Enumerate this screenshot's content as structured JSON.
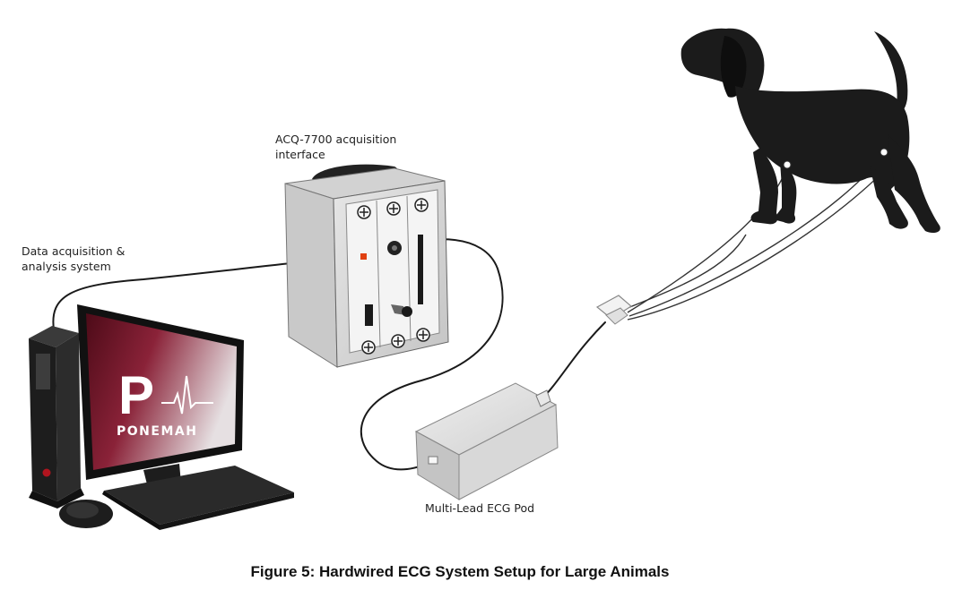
{
  "labels": {
    "acq_line1": "ACQ-7700 acquisition",
    "acq_line2": "interface",
    "das_line1": "Data acquisition &",
    "das_line2": "analysis system",
    "pod": "Multi-Lead ECG Pod"
  },
  "screen": {
    "logo_letter": "P",
    "logo_text": "PONEMAH"
  },
  "caption": "Figure 5: Hardwired ECG System Setup for Large Animals",
  "colors": {
    "screen_dark": "#5a0f1e",
    "screen_light": "#d6cdd0",
    "led": "#e04010",
    "dog": "#1b1b1b",
    "cable": "#1a1a1a"
  },
  "icons": [
    "dog-silhouette",
    "computer-tower",
    "monitor",
    "keyboard",
    "mouse",
    "acquisition-box",
    "ecg-pod",
    "lead-splitter"
  ]
}
